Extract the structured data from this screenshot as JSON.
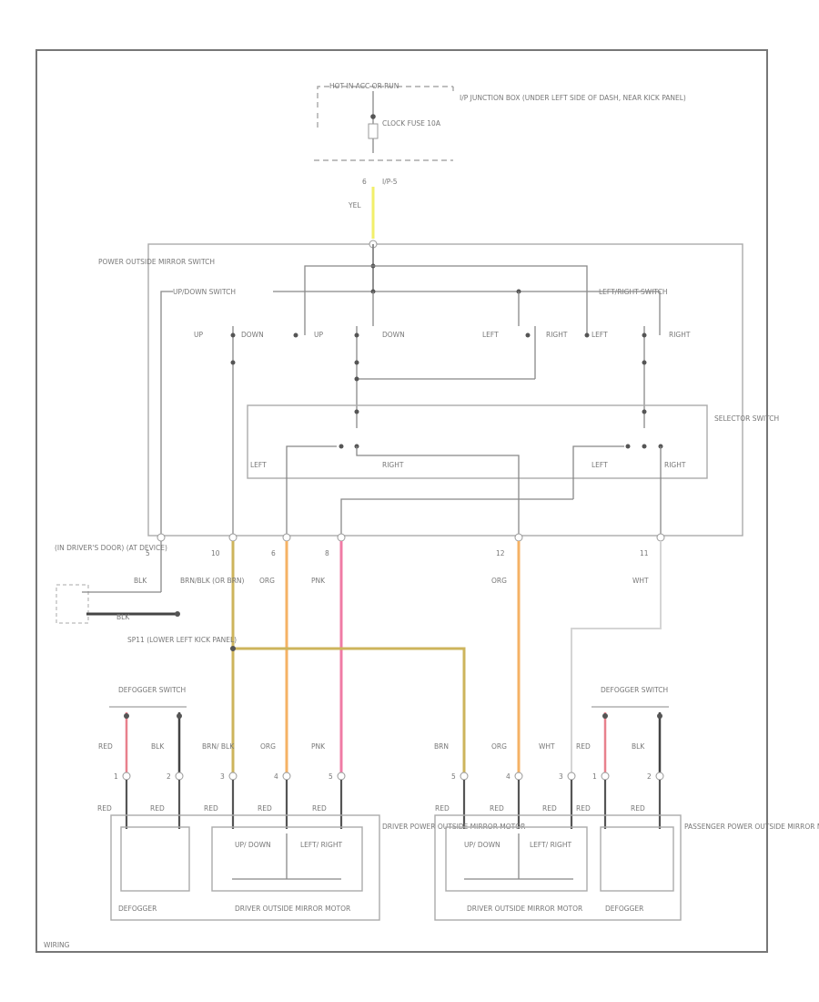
{
  "diagram": {
    "power_label": "HOT IN ACC OR RUN",
    "fuse_name": "CLOCK FUSE 10A",
    "junction_box": "I/P JUNCTION BOX (UNDER LEFT SIDE OF DASH, NEAR KICK PANEL)",
    "connector_ref": "I/P-5",
    "connector_pin": "6",
    "feed_wire": "YEL",
    "power_switch": "POWER OUTSIDE MIRROR SWITCH",
    "updown_switch": "UP/DOWN SWITCH",
    "leftright_switch": "LEFT/RIGHT SWITCH",
    "up": "UP",
    "down": "DOWN",
    "left": "LEFT",
    "right": "RIGHT",
    "selector_switch": "SELECTOR SWITCH",
    "pins": [
      "5",
      "10",
      "6",
      "8",
      "12",
      "11"
    ],
    "wires_top": [
      "BLK",
      "BRN/BLK (OR BRN)",
      "ORG",
      "PNK",
      "ORG",
      "WHT"
    ],
    "ground": "(IN DRIVER'S DOOR) (AT DEVICE)",
    "ground_wire": "BLK",
    "splice": "SP11 (LOWER LEFT KICK PANEL)",
    "defogger_switch": "DEFOGGER SWITCH",
    "lower_wires": [
      "RED",
      "BLK",
      "BRN/ BLK",
      "ORG",
      "PNK",
      "BRN",
      "ORG",
      "WHT",
      "RED",
      "BLK"
    ],
    "lower_pins": [
      "1",
      "2",
      "3",
      "4",
      "5",
      "5",
      "4",
      "3",
      "1",
      "2"
    ],
    "motor_wires": [
      "RED",
      "RED",
      "RED",
      "RED",
      "RED",
      "RED",
      "RED",
      "RED",
      "RED",
      "RED"
    ],
    "updown_motor": "UP/ DOWN",
    "leftright_motor": "LEFT/ RIGHT",
    "driver_motor_group": "DRIVER POWER OUTSIDE MIRROR MOTOR",
    "passenger_motor_group": "PASSENGER POWER OUTSIDE MIRROR MOTOR",
    "defogger": "DEFOGGER",
    "driver_outside_motor": "DRIVER OUTSIDE MIRROR MOTOR",
    "driver_outside_motor_r": "DRIVER OUTSIDE MIRROR MOTOR",
    "fig_id": "WIRING"
  },
  "colors": {
    "yellow": "#f2ef6a",
    "orange": "#f5b265",
    "pink": "#f07ba5",
    "tan": "#cdb45c",
    "red": "#e8808c",
    "black": "#444444",
    "white": "#cccccc"
  }
}
